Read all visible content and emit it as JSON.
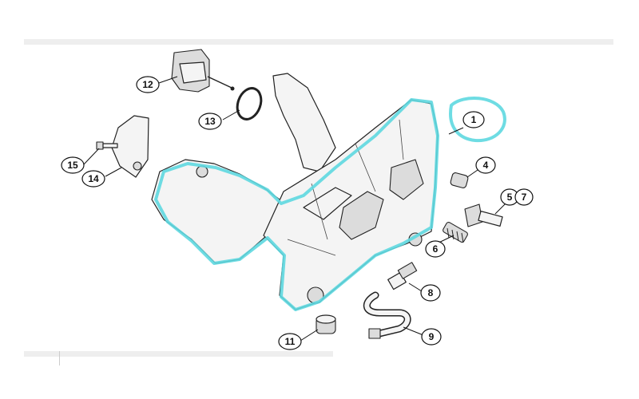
{
  "diagram": {
    "callouts": {
      "c1": "1",
      "c4": "4",
      "c5": "5",
      "c7": "7",
      "c6": "6",
      "c8": "8",
      "c9": "9",
      "c11": "11",
      "c12": "12",
      "c13": "13",
      "c14": "14",
      "c15": "15"
    },
    "colors": {
      "highlight": "#5ed8e0",
      "line": "#222222"
    }
  }
}
